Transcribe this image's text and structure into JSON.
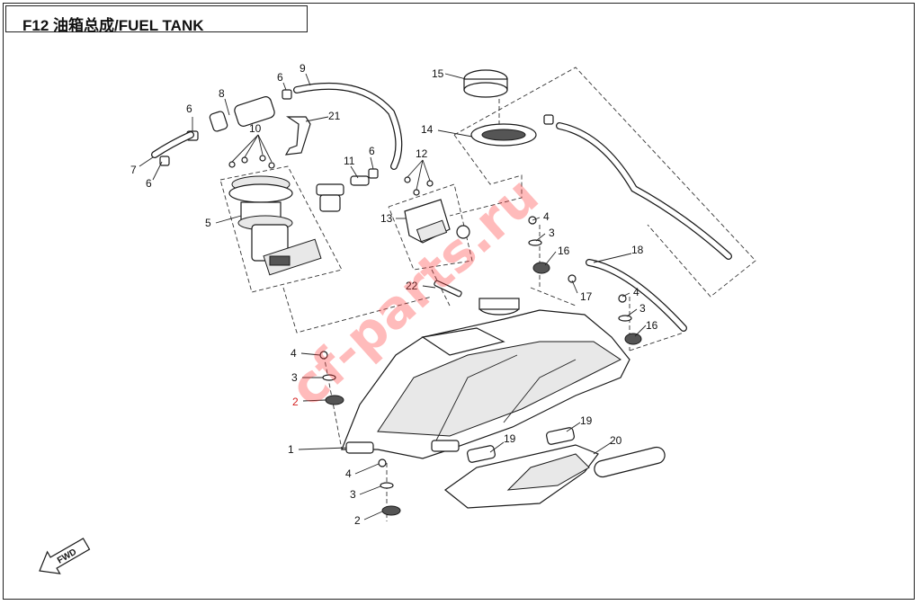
{
  "diagram": {
    "title": "F12 油箱总成/FUEL TANK",
    "fwd_label": "FWD",
    "watermark": "cf-parts.ru",
    "callouts": [
      {
        "id": "c15",
        "label": "15"
      },
      {
        "id": "c14",
        "label": "14"
      },
      {
        "id": "c9",
        "label": "9"
      },
      {
        "id": "c8",
        "label": "8"
      },
      {
        "id": "c6a",
        "label": "6"
      },
      {
        "id": "c6b",
        "label": "6"
      },
      {
        "id": "c6c",
        "label": "6"
      },
      {
        "id": "c6d",
        "label": "6"
      },
      {
        "id": "c7",
        "label": "7"
      },
      {
        "id": "c10",
        "label": "10"
      },
      {
        "id": "c21",
        "label": "21"
      },
      {
        "id": "c11",
        "label": "11"
      },
      {
        "id": "c12",
        "label": "12"
      },
      {
        "id": "c13",
        "label": "13"
      },
      {
        "id": "c5",
        "label": "5"
      },
      {
        "id": "c4a",
        "label": "4"
      },
      {
        "id": "c3a",
        "label": "3"
      },
      {
        "id": "c16a",
        "label": "16"
      },
      {
        "id": "c18",
        "label": "18"
      },
      {
        "id": "c17",
        "label": "17"
      },
      {
        "id": "c4b",
        "label": "4"
      },
      {
        "id": "c3b",
        "label": "3"
      },
      {
        "id": "c16b",
        "label": "16"
      },
      {
        "id": "c22",
        "label": "22"
      },
      {
        "id": "c4c",
        "label": "4"
      },
      {
        "id": "c3c",
        "label": "3"
      },
      {
        "id": "c2a",
        "label": "2"
      },
      {
        "id": "c1",
        "label": "1"
      },
      {
        "id": "c19a",
        "label": "19"
      },
      {
        "id": "c19b",
        "label": "19"
      },
      {
        "id": "c20",
        "label": "20"
      },
      {
        "id": "c4d",
        "label": "4"
      },
      {
        "id": "c3d",
        "label": "3"
      },
      {
        "id": "c2b",
        "label": "2"
      }
    ]
  }
}
